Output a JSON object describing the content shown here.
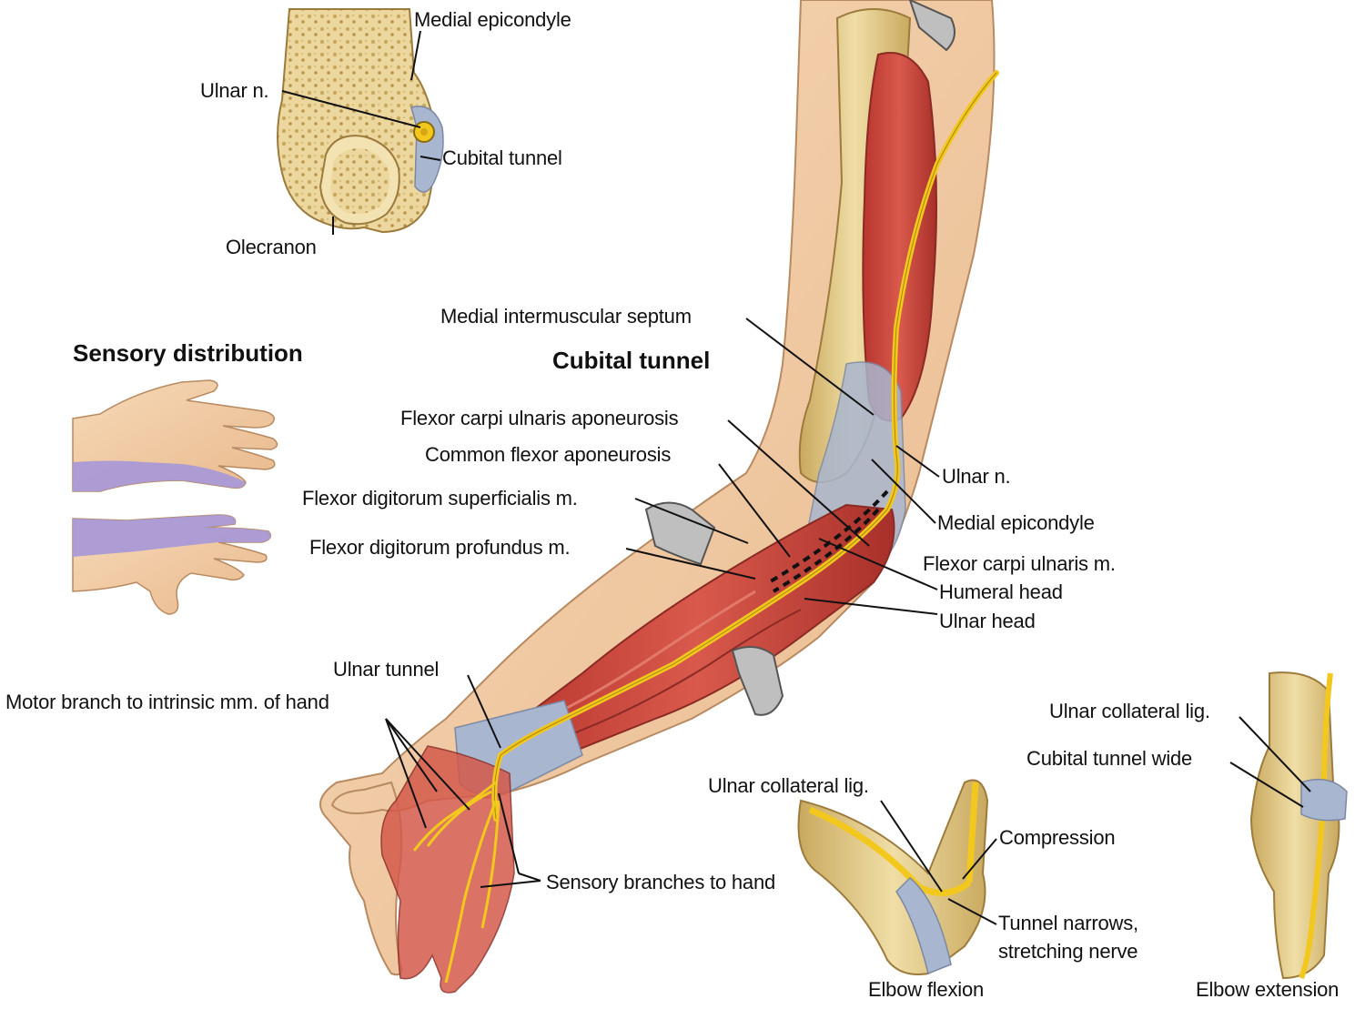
{
  "headings": {
    "sensory": "Sensory distribution",
    "cubital": "Cubital tunnel"
  },
  "labels": {
    "medial_epicondyle_top": "Medial epicondyle",
    "ulnar_n_top": "Ulnar n.",
    "cubital_tunnel_top": "Cubital tunnel",
    "olecranon": "Olecranon",
    "medial_intermuscular_septum": "Medial intermuscular septum",
    "fcu_aponeurosis": "Flexor carpi ulnaris aponeurosis",
    "common_flexor_aponeurosis": "Common flexor aponeurosis",
    "fds": "Flexor digitorum superficialis m.",
    "fdp": "Flexor digitorum profundus m.",
    "ulnar_n_arm": "Ulnar n.",
    "medial_epicondyle_arm": "Medial epicondyle",
    "fcu_m": "Flexor carpi ulnaris m.",
    "humeral_head": "Humeral head",
    "ulnar_head": "Ulnar head",
    "ulnar_tunnel": "Ulnar tunnel",
    "motor_branch": "Motor branch to intrinsic mm. of hand",
    "sensory_branches": "Sensory branches to hand",
    "ulnar_collateral_lig_flex": "Ulnar collateral lig.",
    "compression": "Compression",
    "tunnel_narrows_1": "Tunnel narrows,",
    "tunnel_narrows_2": "stretching nerve",
    "elbow_flexion": "Elbow flexion",
    "ulnar_collateral_lig_ext": "Ulnar collateral lig.",
    "cubital_tunnel_wide": "Cubital tunnel wide",
    "elbow_extension": "Elbow extension"
  },
  "colors": {
    "bone": "#e8d49a",
    "bone_dark": "#c9a95f",
    "muscle": "#c9453a",
    "muscle_dark": "#a3302a",
    "nerve": "#f2c81e",
    "fascia": "#a9b6cf",
    "skin": "#f2c9a0",
    "sensory_area": "#a99ad6"
  }
}
